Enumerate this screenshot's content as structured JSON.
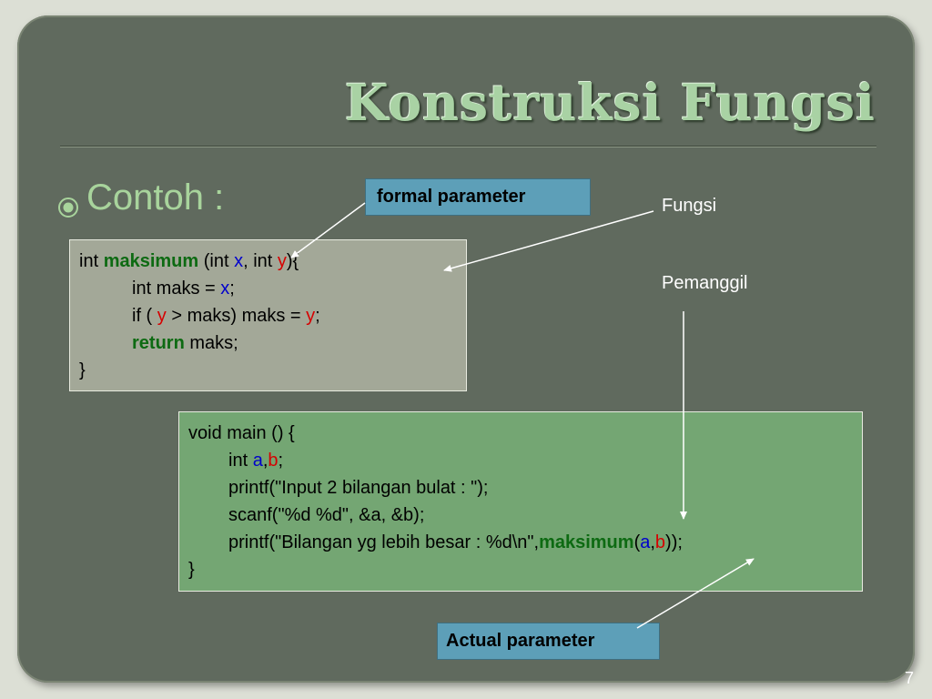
{
  "slide": {
    "title": "Konstruksi Fungsi",
    "bullet": "Contoh :",
    "page_number": "7"
  },
  "labels": {
    "formal_parameter": "formal parameter",
    "actual_parameter": "Actual parameter",
    "fungsi": "Fungsi",
    "pemanggil": "Pemanggil"
  },
  "function_code": {
    "l1_int": "int ",
    "l1_name": "maksimum",
    "l1_open": " (int ",
    "l1_x": "x",
    "l1_mid": ", int ",
    "l1_y": "y",
    "l1_close": "){",
    "l2_text": "int maks = ",
    "l2_x": "x",
    "l2_end": ";",
    "l3_start": "if ( ",
    "l3_y": "y",
    "l3_mid": " > maks) maks = ",
    "l3_y2": "y",
    "l3_end": ";",
    "l4_kw": "return",
    "l4_rest": " maks;",
    "l5": "}"
  },
  "main_code": {
    "l1": "void main () {",
    "l2_int": "int ",
    "l2_a": "a",
    "l2_comma": ",",
    "l2_b": "b",
    "l2_end": ";",
    "l3": "printf(\"Input 2 bilangan bulat : \");",
    "l4": "scanf(\"%d %d\", &a, &b);",
    "l5_start": "printf(\"Bilangan yg lebih besar : %d\\n\",",
    "l5_name": "maksimum",
    "l5_open": "(",
    "l5_a": "a",
    "l5_comma": ",",
    "l5_b": "b",
    "l5_end": "));",
    "l6": "}"
  }
}
